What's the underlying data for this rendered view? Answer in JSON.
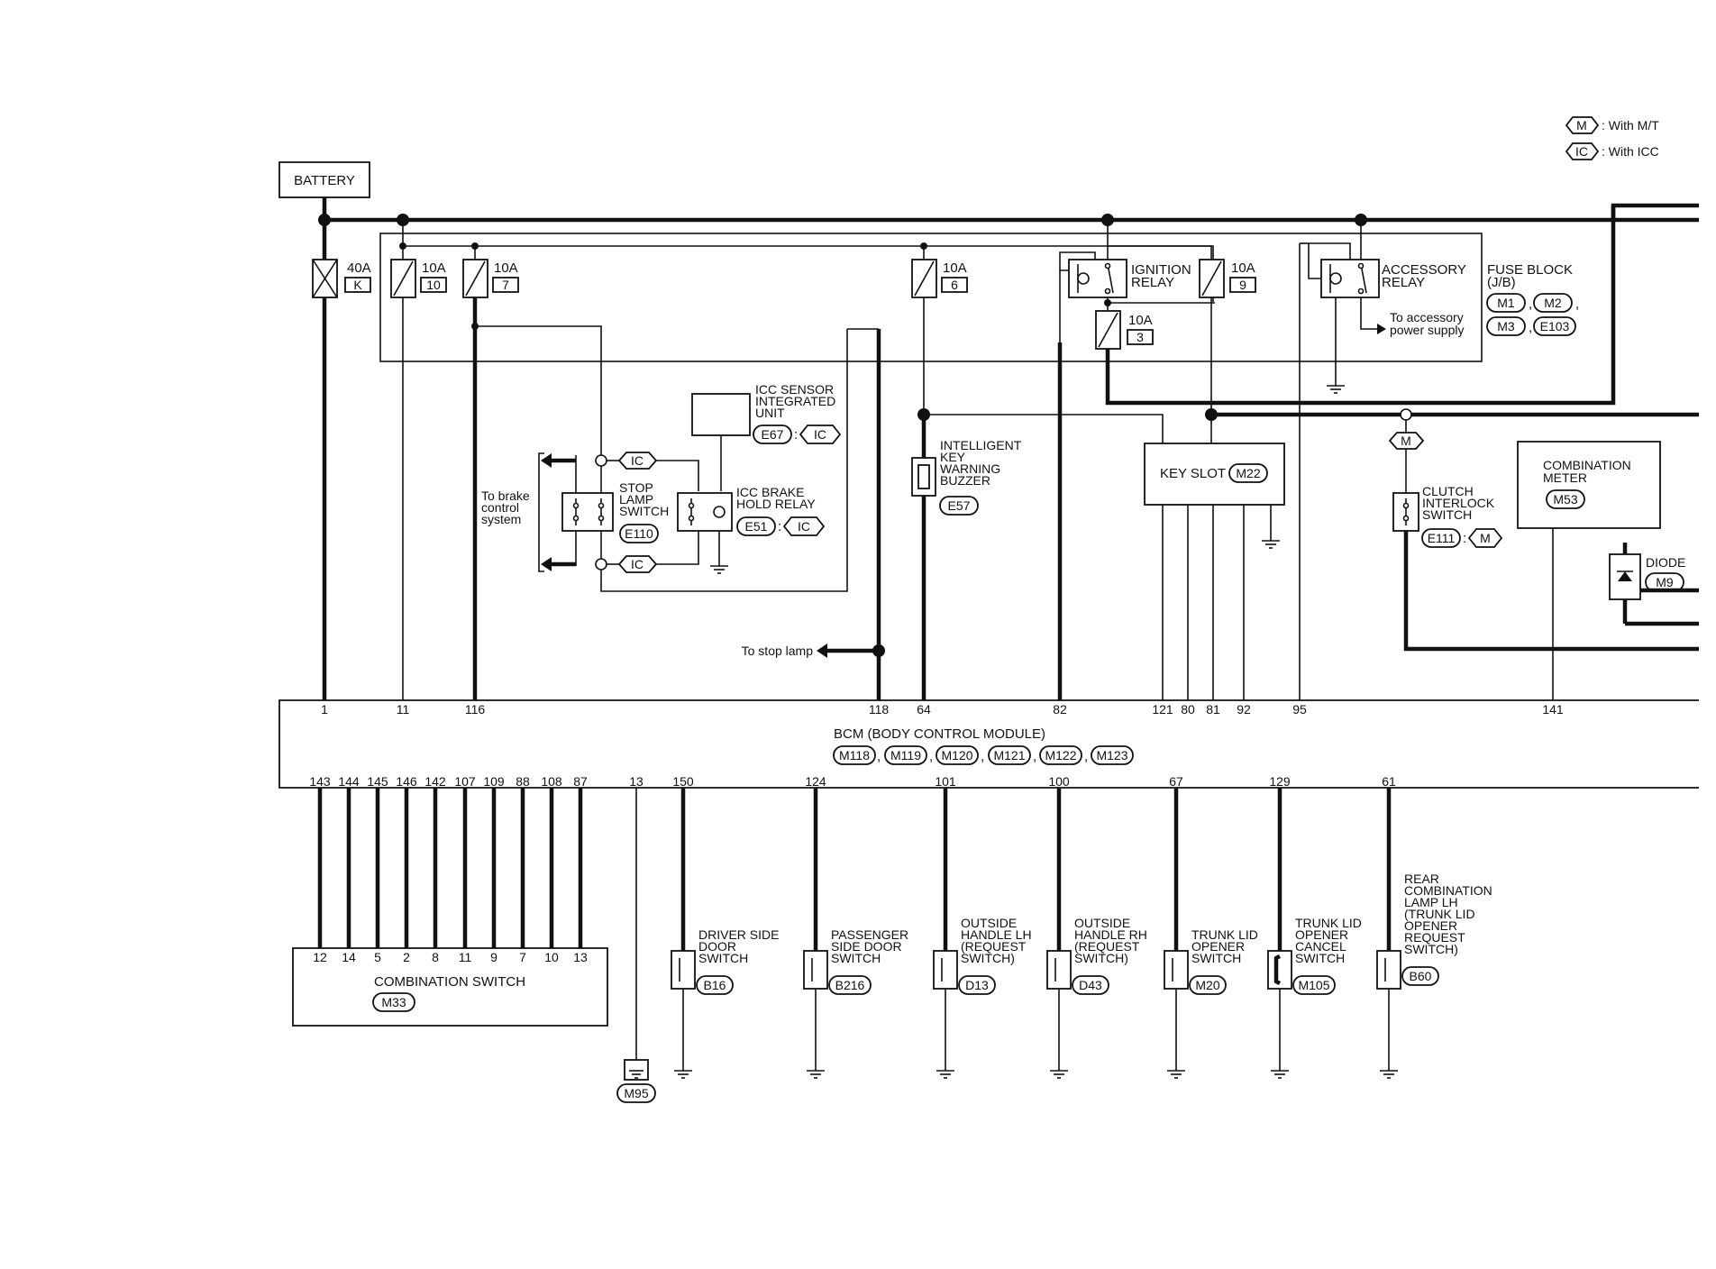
{
  "legend": [
    {
      "tag": "M",
      "text": ": With M/T"
    },
    {
      "tag": "IC",
      "text": ": With ICC"
    }
  ],
  "battery": "BATTERY",
  "fuses": [
    {
      "amp": "40A",
      "id": "K"
    },
    {
      "amp": "10A",
      "id": "10"
    },
    {
      "amp": "10A",
      "id": "7"
    },
    {
      "amp": "10A",
      "id": "6"
    },
    {
      "amp": "10A",
      "id": "9"
    },
    {
      "amp": "10A",
      "id": "3"
    }
  ],
  "fuse_block": {
    "title": "FUSE BLOCK",
    "sub": "(J/B)",
    "connectors": [
      "M1",
      "M2",
      "M3",
      "E103"
    ]
  },
  "ignition_relay": [
    "IGNITION",
    "RELAY"
  ],
  "accessory_relay": [
    "ACCESSORY",
    "RELAY"
  ],
  "to_accessory": [
    "To accessory",
    "power supply"
  ],
  "icc_sensor": {
    "lines": [
      "ICC SENSOR",
      "INTEGRATED",
      "UNIT"
    ],
    "connector": "E67",
    "tag": "IC"
  },
  "stop_lamp_switch": {
    "lines": [
      "STOP",
      "LAMP",
      "SWITCH"
    ],
    "connector": "E110"
  },
  "icc_brake_relay": {
    "lines": [
      "ICC BRAKE",
      "HOLD RELAY"
    ],
    "connector": "E51",
    "tag": "IC"
  },
  "ic_tags": [
    "IC",
    "IC"
  ],
  "to_brake": [
    "To brake",
    "control",
    "system"
  ],
  "buzzer": {
    "lines": [
      "INTELLIGENT",
      "KEY",
      "WARNING",
      "BUZZER"
    ],
    "connector": "E57"
  },
  "key_slot": {
    "label": "KEY SLOT",
    "connector": "M22"
  },
  "m_tag": "M",
  "clutch": {
    "lines": [
      "CLUTCH",
      "INTERLOCK",
      "SWITCH"
    ],
    "connector": "E111",
    "tag": "M"
  },
  "meter": {
    "lines": [
      "COMBINATION",
      "METER"
    ],
    "connector": "M53"
  },
  "diode": {
    "label": "DIODE",
    "connector": "M9"
  },
  "to_stop_lamp": "To stop lamp",
  "bcm": {
    "title": "BCM (BODY CONTROL MODULE)",
    "connectors": [
      "M118",
      "M119",
      "M120",
      "M121",
      "M122",
      "M123"
    ],
    "top_pins": [
      "1",
      "11",
      "116",
      "118",
      "64",
      "82",
      "121",
      "80",
      "81",
      "92",
      "95",
      "141"
    ],
    "bottom_pins": [
      "143",
      "144",
      "145",
      "146",
      "142",
      "107",
      "109",
      "88",
      "108",
      "87",
      "13",
      "150",
      "124",
      "101",
      "100",
      "67",
      "129",
      "61"
    ]
  },
  "combination_switch": {
    "label": "COMBINATION SWITCH",
    "connector": "M33",
    "pins": [
      "12",
      "14",
      "5",
      "2",
      "8",
      "11",
      "9",
      "7",
      "10",
      "13"
    ]
  },
  "ground_m95": "M95",
  "switches": [
    {
      "lines": [
        "DRIVER SIDE",
        "DOOR",
        "SWITCH"
      ],
      "connector": "B16"
    },
    {
      "lines": [
        "PASSENGER",
        "SIDE DOOR",
        "SWITCH"
      ],
      "connector": "B216"
    },
    {
      "lines": [
        "OUTSIDE",
        "HANDLE LH",
        "(REQUEST",
        "SWITCH)"
      ],
      "connector": "D13"
    },
    {
      "lines": [
        "OUTSIDE",
        "HANDLE RH",
        "(REQUEST",
        "SWITCH)"
      ],
      "connector": "D43"
    },
    {
      "lines": [
        "TRUNK LID",
        "OPENER",
        "SWITCH"
      ],
      "connector": "M20"
    },
    {
      "lines": [
        "TRUNK LID",
        "OPENER",
        "CANCEL",
        "SWITCH"
      ],
      "connector": "M105"
    },
    {
      "lines": [
        "REAR",
        "COMBINATION",
        "LAMP LH",
        "(TRUNK LID",
        "OPENER",
        "REQUEST",
        "SWITCH)"
      ],
      "connector": "B60"
    }
  ]
}
